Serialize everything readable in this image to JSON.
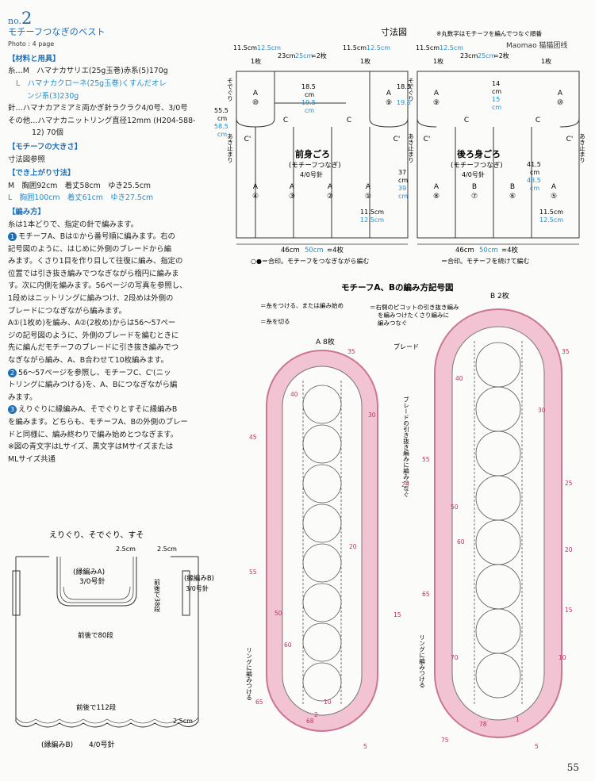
{
  "header": {
    "no_prefix": "no.",
    "no_number": "2",
    "title": "モチーフつなぎのベスト",
    "photo": "Photo : 4 page",
    "logo_text": "Maomao 猫猫团线",
    "logo_note": "※丸数字はモチーフを編んでつなぐ順番"
  },
  "materials": {
    "heading": "【材料と用具】",
    "yarn_m": "糸…M　ハマナカサリエ(25g玉巻)赤系(5)170g",
    "yarn_l1": "L　ハマナカクローネ(25g玉巻)くすんだオレ",
    "yarn_l2": "ンジ系(3)230g",
    "needle": "針…ハマナカアミアミ両かぎ針ラクラク4/0号、3/0号",
    "other1": "その他…ハマナカニットリング直径12mm (H204-588-",
    "other2": "12) 70個"
  },
  "gauge": {
    "heading": "【モチーフの大きさ】",
    "text": "寸法図参照"
  },
  "size": {
    "heading": "【でき上がり寸法】",
    "m": "M　胸囲92cm　着丈58cm　ゆき25.5cm",
    "l": "L　胸囲100cm　着丈61cm　ゆき27.5cm"
  },
  "method": {
    "heading": "【編み方】",
    "intro": "糸は1本どりで、指定の針で編みます。",
    "s1": [
      "モチーフA、Bは①から番号順に編みます。右の",
      "記号図のように、はじめに外側のブレードから編",
      "みます。くさり1目を作り目して往復に編み、指定の",
      "位置では引き抜き編みでつなぎながら楕円に編みま",
      "す。次に内側を編みます。56ページの写真を参照し、",
      "1段めはニットリングに編みつけ、2段めは外側の",
      "ブレードにつなぎながら編みます。",
      "A①(1枚め)を編み、A②(2枚め)からは56～57ペー",
      "ジの記号図のように、外側のブレードを編むときに",
      "先に編んだモチーフのブレードに引き抜き編みでつ",
      "なぎながら編み、A、B合わせて10枚編みます。"
    ],
    "s2": [
      "56～57ページを参照し、モチーフC、C'(ニッ",
      "トリングに編みつける)を、A、Bにつなぎながら編",
      "みます。"
    ],
    "s3": [
      "えりぐりに縁編みA、そでぐりとすそに縁編みB",
      "を編みます。どちらも、モチーフA、Bの外側のブレー",
      "ドと同様に、編み終わりで編み始めとつなぎます。"
    ],
    "note1": "※図の青文字はLサイズ、黒文字はMサイズまたは",
    "note2": "MLサイズ共通",
    "m1": "1",
    "m2": "2",
    "m3": "3"
  },
  "edging": {
    "title": "えりぐり、そでぐり、すそ",
    "a": "(縁編みA)",
    "a_hook": "3/0号針",
    "b": "(縁編みB)",
    "b_hook": "3/0号針",
    "b2": "(縁編みB)",
    "b2_hook": "4/0号針",
    "d25a": "2.5cm",
    "d25b": "2.5cm",
    "d25c": "2.5cm",
    "c80": "前後で80段",
    "c38": "前後で38段",
    "c112": "前後で112段"
  },
  "sizechart": {
    "title": "寸法図",
    "w115": "11.5cm",
    "w125": "12.5cm",
    "w23": "23cm",
    "w25": "25cm",
    "eq2": "=2枚",
    "one": "1枚",
    "h185": "18.5",
    "h195": "19.5",
    "cm": "cm",
    "h14": "14",
    "h15": "15",
    "h555": "55.5",
    "h585": "58.5",
    "h37": "37",
    "h39": "39",
    "h415": "41.5",
    "h435": "43.5",
    "sodeguri": "そでぐり",
    "akidomari": "あき止まり",
    "front": "前身ごろ",
    "back": "後ろ身ごろ",
    "motif": "(モチーフつなぎ)",
    "hook": "4/0号針",
    "w46": "46cm",
    "w50": "50cm",
    "eq4": "=4枚",
    "legend1": "○●＝合印。モチーフをつなぎながら編む",
    "legend2": "＝合印。モチーフを続けて編む",
    "A": "A",
    "B": "B",
    "C": "C",
    "Cp": "C'",
    "n1": "①",
    "n2": "②",
    "n3": "③",
    "n4": "④",
    "n5": "⑤",
    "n6": "⑥",
    "n7": "⑦",
    "n8": "⑧",
    "n9": "⑨",
    "n10": "⑩"
  },
  "chart": {
    "title": "モチーフA、Bの編み方記号図",
    "a8": "A 8枚",
    "b2": "B 2枚",
    "k1": "＝糸をつける、または編み始め",
    "k2": "＝糸を切る",
    "k3a": "＝右側のピコットの引き抜き編み",
    "k3b": "を編みつけたくさり編みに",
    "k3c": "編みつなぐ",
    "braid": "ブレード",
    "braidjoin": "ブレードの引き抜き編みに編みつなぐ",
    "ring": "リングに編みつける",
    "r35": "35",
    "r40": "40",
    "r45": "45",
    "r30": "30",
    "r25": "25",
    "r20": "20",
    "r15": "15",
    "r10": "10",
    "r55": "55",
    "r50": "50",
    "r60": "60",
    "r65": "65",
    "r70": "70",
    "r75": "75",
    "r5": "5",
    "r2": "2",
    "r1": "1",
    "r78": "78",
    "r68": "68"
  },
  "page_number": "55",
  "colors": {
    "blue": "#1f8fd0",
    "heading": "#1f6fb7",
    "pink": "#f2b7cb",
    "pinkline": "#c97793",
    "line": "#333333"
  }
}
